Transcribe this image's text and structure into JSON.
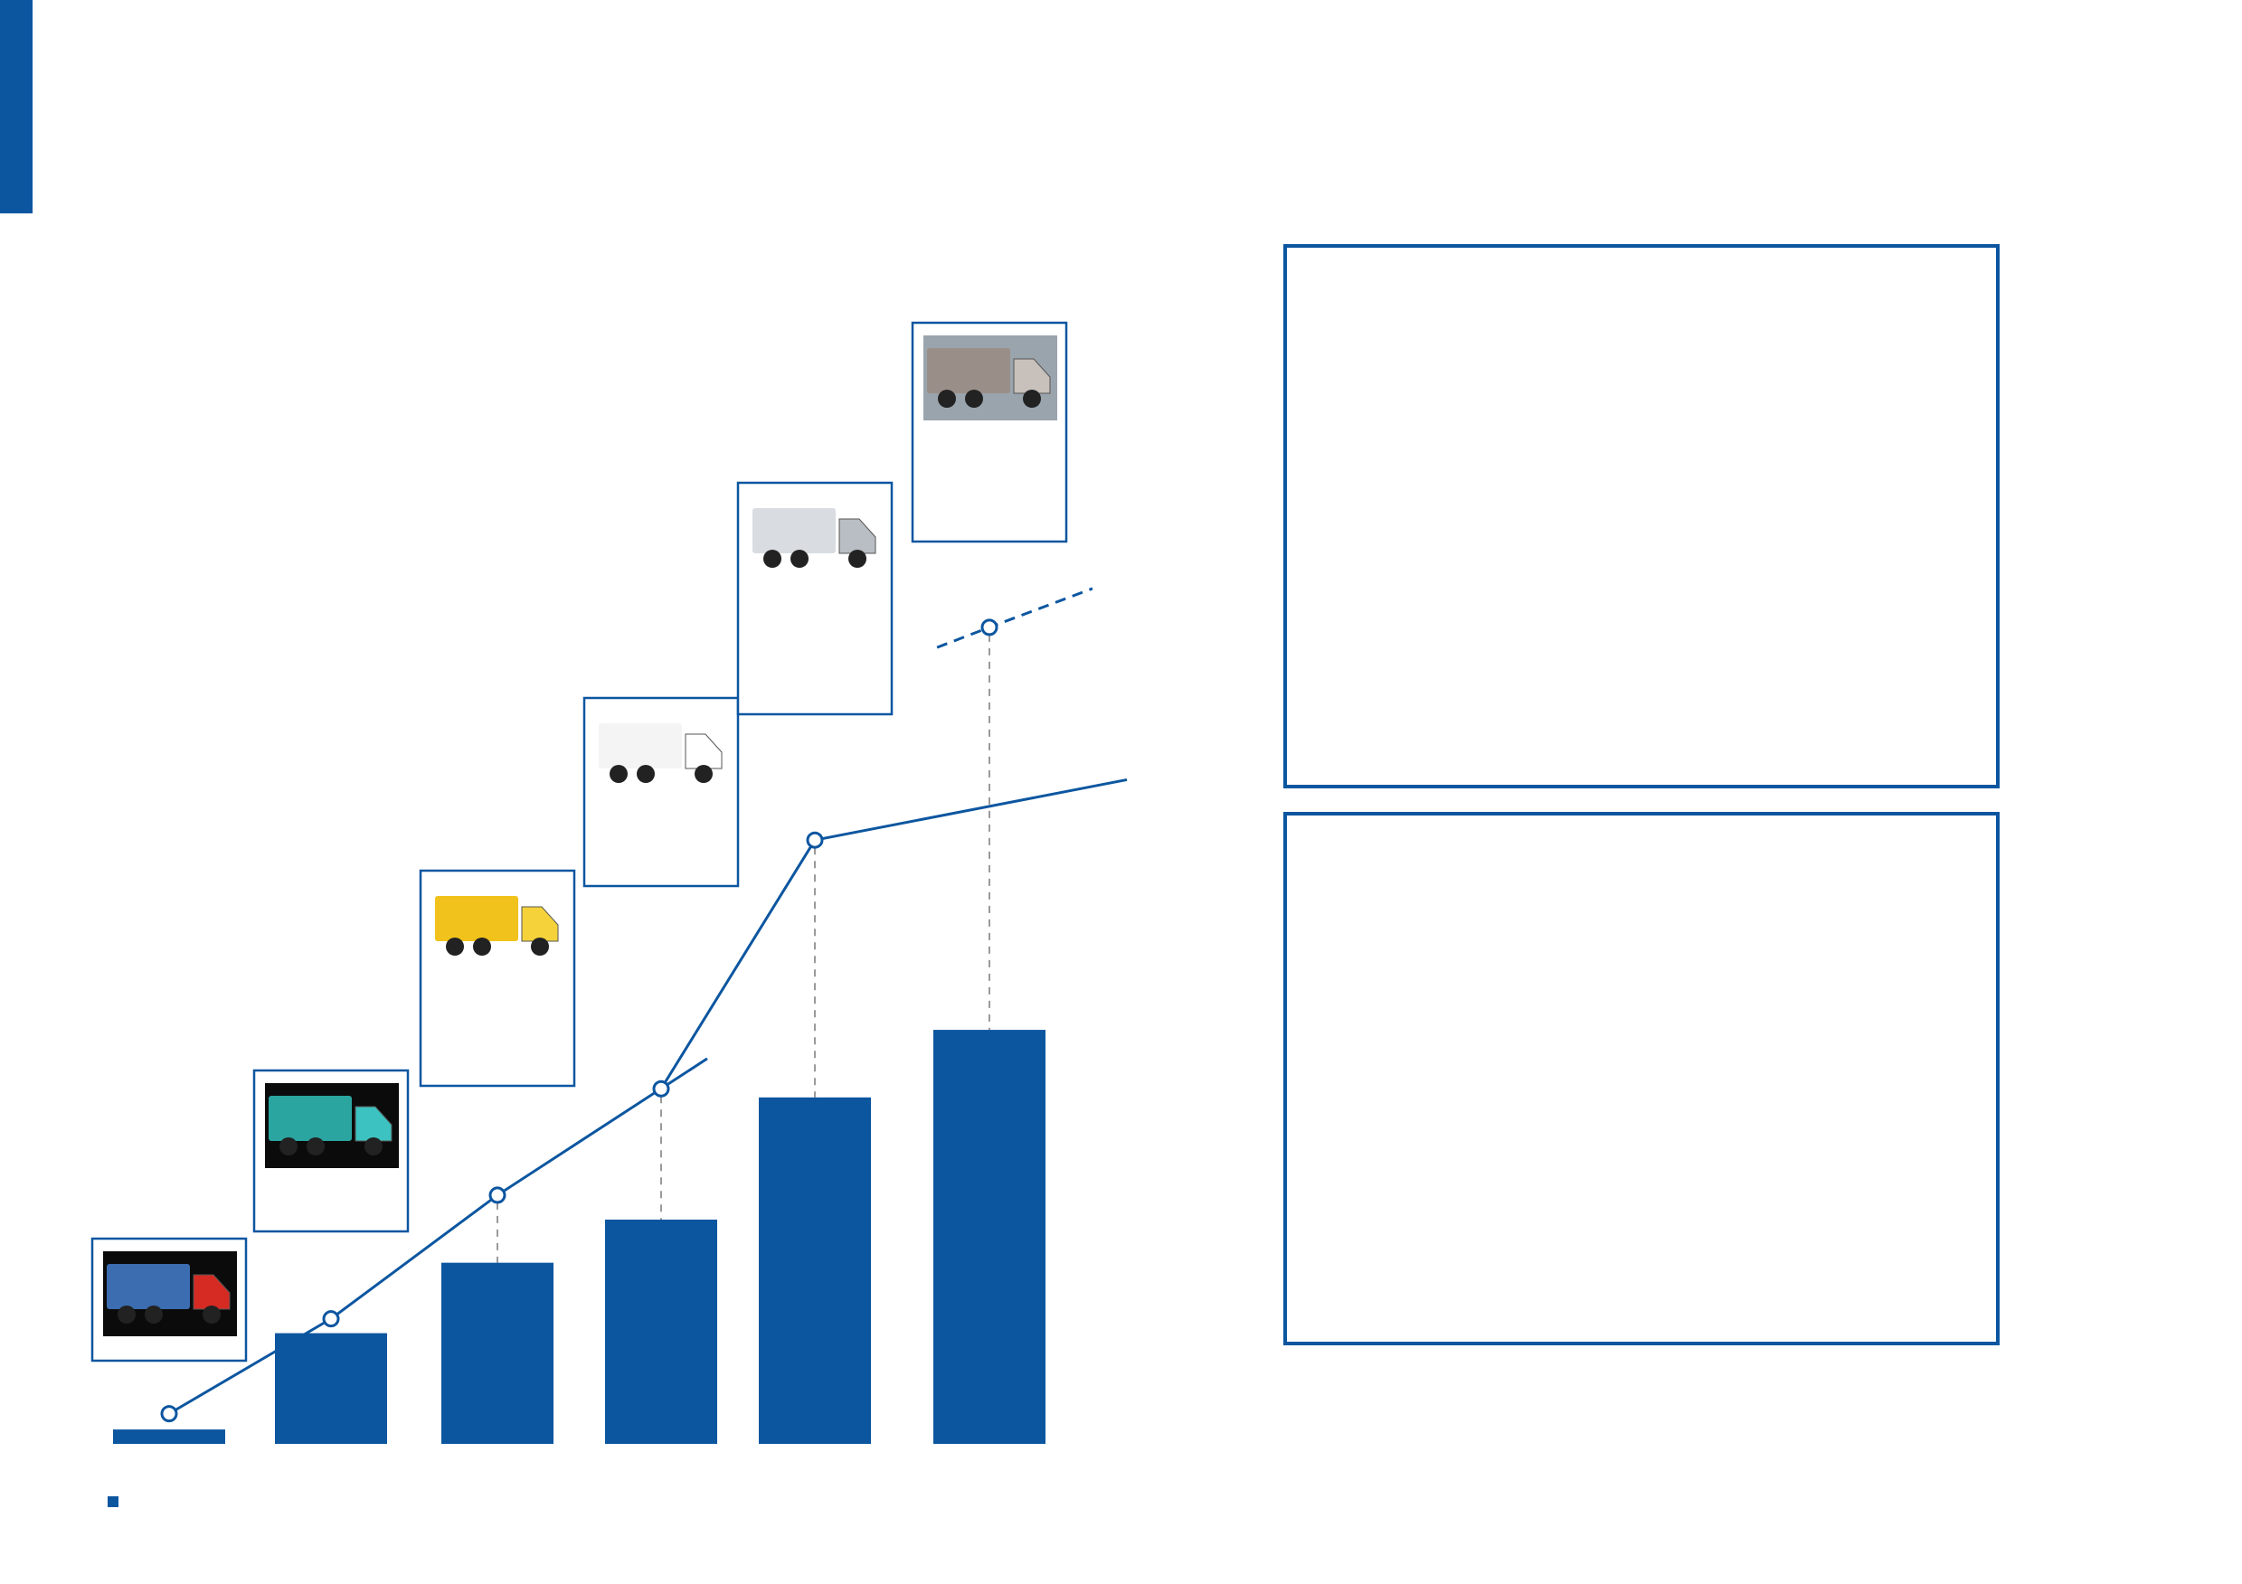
{
  "colors": {
    "accent": "#0c56a0",
    "connector": "#9a9a9a",
    "background": "#ffffff"
  },
  "chart_data": {
    "type": "bar",
    "categories": [
      "",
      "",
      "",
      "",
      "",
      ""
    ],
    "series": [
      {
        "values": [
          1,
          7.7,
          12.6,
          15.6,
          24.1,
          28.8
        ],
        "color": "#0c56a0"
      }
    ],
    "milestones": [
      {
        "icon": "cargo-truck-red-icon",
        "index": 0,
        "level": 2.1
      },
      {
        "icon": "dump-truck-teal-icon",
        "index": 1,
        "level": 8.7
      },
      {
        "icon": "dump-truck-yellow-icon",
        "index": 2,
        "level": 17.3
      },
      {
        "icon": "tractor-unit-white-icon",
        "index": 3,
        "level": 24.7
      },
      {
        "icon": "tractor-unit-silver-icon",
        "index": 4,
        "level": 42.0
      },
      {
        "icon": "concept-truck-grey-icon",
        "index": 5,
        "level": 56.8
      }
    ],
    "trend_lines": [
      {
        "style": "solid",
        "points": [
          [
            0,
            2.1
          ],
          [
            1,
            8.7
          ],
          [
            2,
            17.3
          ],
          [
            3.3,
            26.8
          ]
        ]
      },
      {
        "style": "solid",
        "points": [
          [
            3,
            24.7
          ],
          [
            4,
            42.0
          ],
          [
            5.8,
            46.2
          ]
        ]
      },
      {
        "style": "dashed",
        "points": [
          [
            4.7,
            55.4
          ],
          [
            5,
            56.8
          ],
          [
            5.6,
            59.5
          ]
        ]
      }
    ],
    "ylim": [
      0,
      80
    ],
    "grid": false,
    "legend": "bottom-left",
    "title": "",
    "xlabel": "",
    "ylabel": ""
  }
}
